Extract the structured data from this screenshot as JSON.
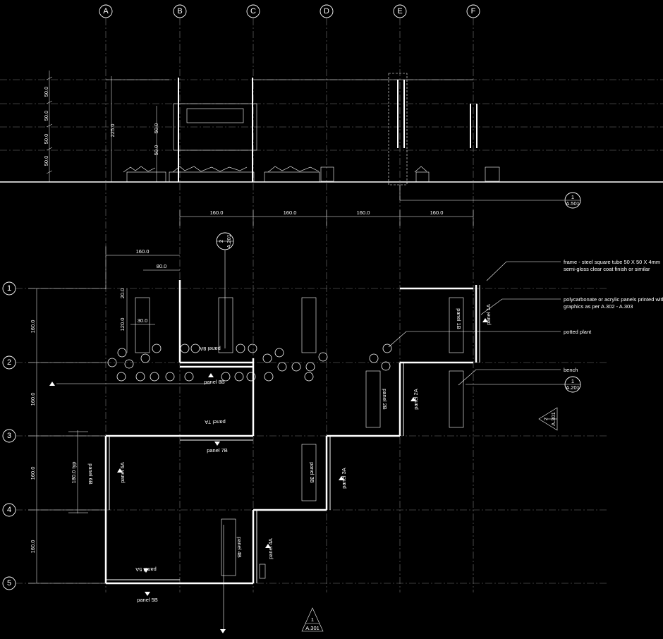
{
  "grid": {
    "columns": [
      "A",
      "B",
      "C",
      "D",
      "E",
      "F"
    ],
    "rows": [
      "1",
      "2",
      "3",
      "4",
      "5"
    ]
  },
  "elevation": {
    "dims": [
      "50.0",
      "50.0",
      "50.0",
      "50.0"
    ],
    "dims_inner": [
      "50.0",
      "50.0"
    ],
    "height": "225.0",
    "section_tag": {
      "num": "1",
      "sheet": "A.501"
    }
  },
  "plan": {
    "top_dims": [
      "160.0",
      "160.0",
      "160.0",
      "160.0"
    ],
    "dim_160": "160.0",
    "dim_80": "80.0",
    "dim_20": "20.0",
    "dim_120": "120.0",
    "dim_30": "30.0",
    "dim_typ": "180.0 typ",
    "left_dims": [
      "160.0",
      "160.0",
      "160.0",
      "160.0"
    ],
    "tags": [
      {
        "num": "2",
        "sheet": "A.201"
      },
      {
        "num": "1",
        "sheet": "A.201"
      },
      {
        "num": "2",
        "sheet": "A.301"
      },
      {
        "num": "1",
        "sheet": "A.301"
      }
    ],
    "panels": {
      "p1A": "panel 1A",
      "p1B": "panel 1B",
      "p2A": "panel 2A",
      "p2B": "panel 2B",
      "p3A": "panel 3A",
      "p3B": "panel 3B",
      "p4A": "panel 4A",
      "p4B": "panel 4B",
      "p5A": "panel 5A",
      "p5B": "panel 5B",
      "p6A": "panel 6A",
      "p6B": "panel 6B",
      "p7A": "panel 7A",
      "p7B": "panel 7B",
      "p8A": "panel 8A",
      "p8B": "panel 8B"
    },
    "notes": {
      "frame_1": "frame - steel square tube 50 X 50 X 4mm",
      "frame_2": "semi-gloss clear coat finish or similar",
      "poly_1": "polycarbonate or acrylic panels printed with",
      "poly_2": "graphics as per A.302 - A.303",
      "plant": "potted plant",
      "bench": "bench"
    }
  }
}
